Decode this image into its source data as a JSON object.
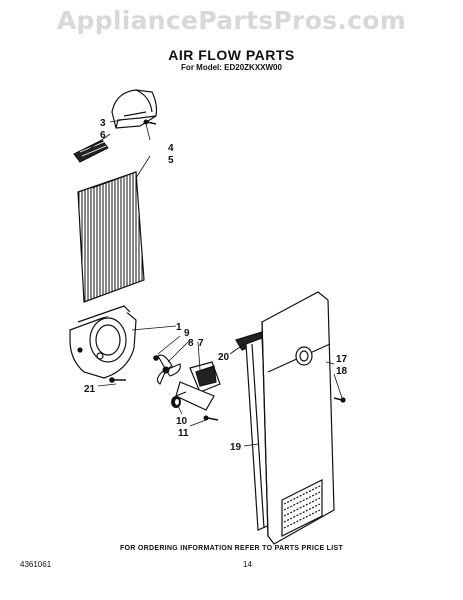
{
  "watermark": "AppliancePartsPros.com",
  "title": "AIR FLOW PARTS",
  "subtitle": "For Model: ED20ZKXXW00",
  "callouts": [
    "3",
    "6",
    "4",
    "5",
    "1",
    "9",
    "8",
    "7",
    "21",
    "10",
    "11",
    "20",
    "17",
    "18",
    "19"
  ],
  "footer": {
    "ordering_note": "FOR ORDERING INFORMATION REFER TO PARTS PRICE LIST",
    "doc_number": "4361061",
    "page_number": "14"
  }
}
